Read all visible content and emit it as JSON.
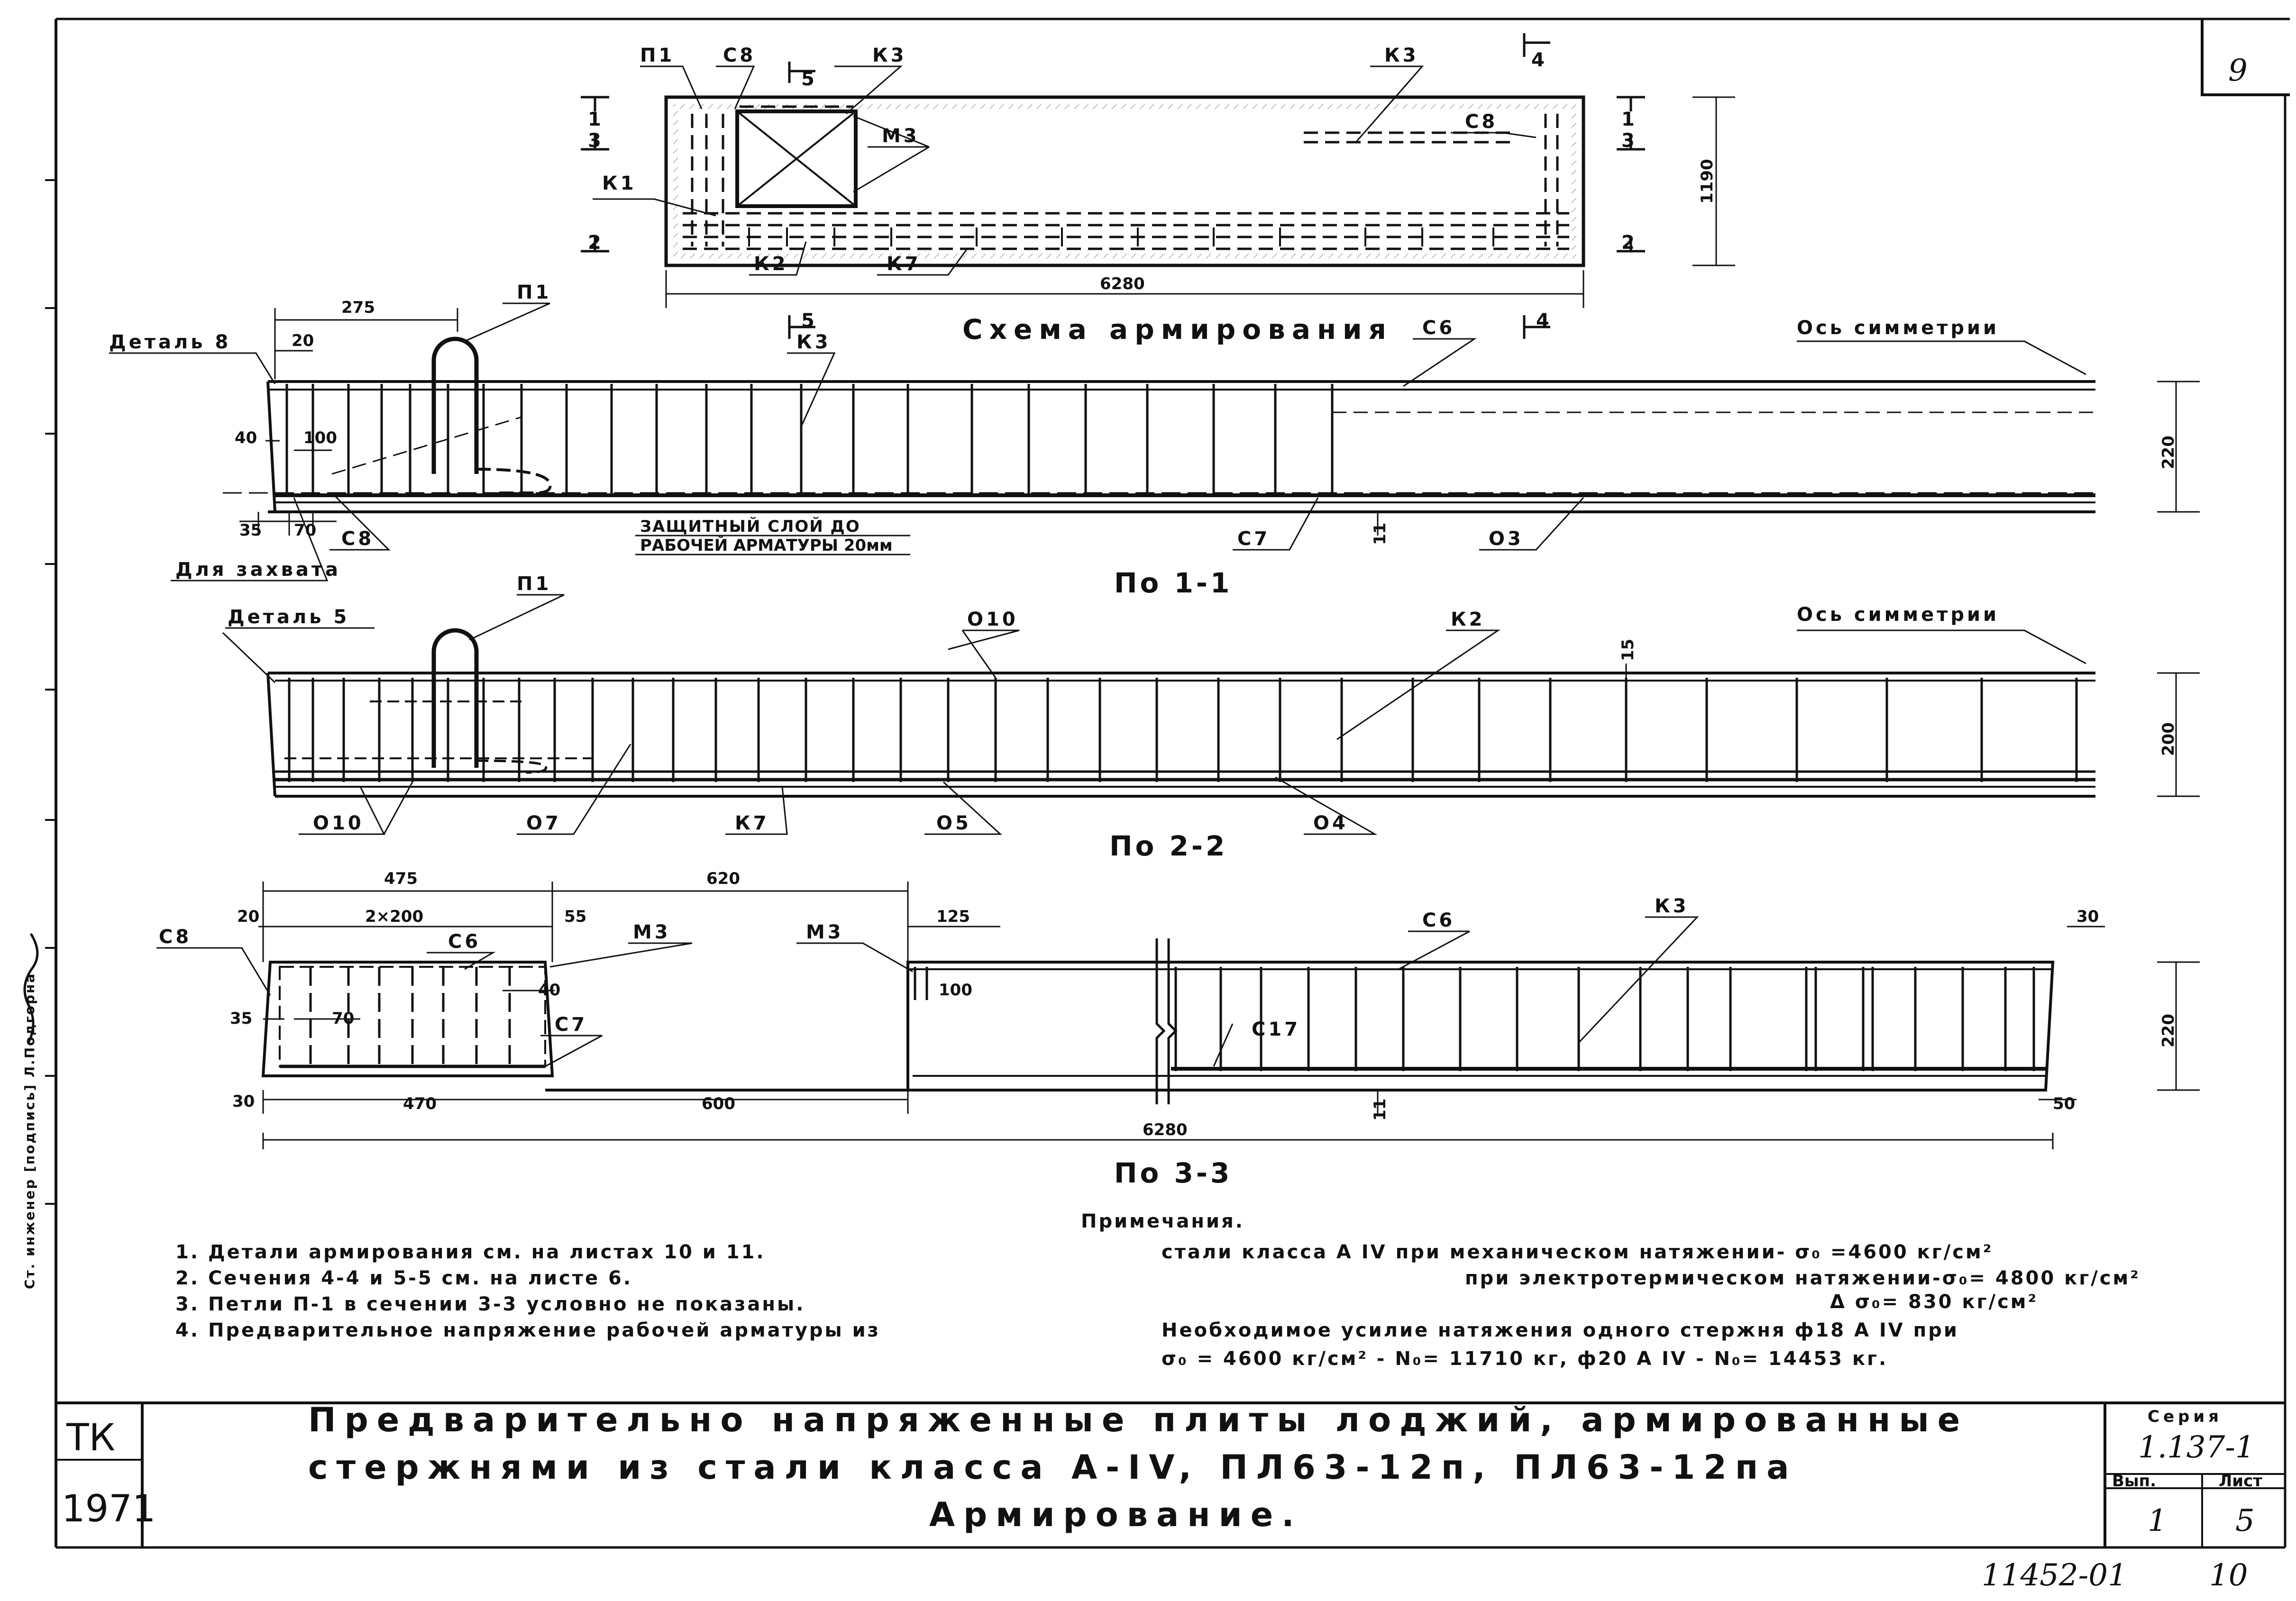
{
  "sheet_number": "9",
  "scheme": {
    "title": "Схема армирования",
    "labels": {
      "p1": "П1",
      "c8_top": "С8",
      "k3_left": "К3",
      "k3_right": "К3",
      "m3": "М3",
      "k1": "К1",
      "c8_right": "С8",
      "k2": "К2",
      "k7": "К7"
    },
    "dims": {
      "length": "6280",
      "height": "1190"
    },
    "section_marks": {
      "s1_left": "1",
      "s3_left": "3",
      "s2_left": "2",
      "s1_right": "1",
      "s3_right": "3",
      "s2_right": "2",
      "s5_top": "5",
      "s5_bottom": "5",
      "s4_top": "4",
      "s4_bottom": "4"
    }
  },
  "section_1": {
    "caption": "По 1-1",
    "labels": {
      "detail8": "Деталь 8",
      "p1": "П1",
      "k3": "К3",
      "c6": "С6",
      "axis": "Ось симметрии",
      "c8": "С8",
      "c7": "С7",
      "o3": "О3",
      "grip": "Для захвата",
      "cover_line1": "ЗАЩИТНЫЙ СЛОЙ ДО",
      "cover_line2": "РАБОЧЕЙ АРМАТУРЫ 20мм"
    },
    "dims": {
      "d275": "275",
      "d20": "20",
      "d40": "40",
      "d100": "100",
      "d35": "35",
      "d70": "70",
      "d220": "220",
      "d11": "11"
    }
  },
  "section_2": {
    "caption": "По 2-2",
    "labels": {
      "detail5": "Деталь 5",
      "p1": "П1",
      "o10_top": "О10",
      "k2": "К2",
      "axis": "Ось симметрии",
      "o10_bottom": "О10",
      "o7": "О7",
      "k7": "К7",
      "o5": "О5",
      "o4": "О4"
    },
    "dims": {
      "d15": "15",
      "d200": "200"
    }
  },
  "section_3": {
    "caption": "По 3-3",
    "labels": {
      "c8": "С8",
      "c6_left": "С6",
      "m3_left": "М3",
      "c7": "С7",
      "m3_mid": "М3",
      "c6_right": "С6",
      "k3": "К3",
      "c17": "С17"
    },
    "dims": {
      "d475": "475",
      "d620": "620",
      "d20": "20",
      "d2x200": "2×200",
      "d55": "55",
      "d40": "40",
      "d35": "35",
      "d70": "70",
      "d125": "125",
      "d100": "100",
      "d30": "30",
      "d470": "470",
      "d600": "600",
      "d6280": "6280",
      "d50": "50",
      "d30r": "30",
      "d220": "220",
      "d11": "11"
    }
  },
  "notes": {
    "title": "Примечания.",
    "left": [
      "1. Детали армирования см. на листах 10 и 11.",
      "2. Сечения 4-4 и 5-5 см. на листе 6.",
      "3. Петли П-1    в сечении  3-3    условно не показаны.",
      "4. Предварительное напряжение рабочей арматуры из"
    ],
    "right": [
      "стали класса А IV  при механическом натяжении- σ₀ =4600 кг/см²",
      "при электротермическом натяжении-σ₀= 4800 кг/см²",
      "Δ σ₀=  830 кг/см²",
      "Необходимое усилие натяжения одного стержня ф18 А IV  при",
      "σ₀ = 4600 кг/см² - N₀= 11710 кг, ф20 А IV - N₀= 14453 кг."
    ]
  },
  "title_block": {
    "org": "ТК",
    "year": "1971",
    "title_line1": "Предварительно напряженные плиты лоджий, армированные",
    "title_line2": "стержнями    из стали класса А-IV,   ПЛ63-12п,  ПЛ63-12па",
    "title_line3": "Армирование.",
    "series_label": "Серия",
    "series_value": "1.137-1",
    "issue_label": "Вып.",
    "issue_value": "1",
    "sheet_label": "Лист",
    "sheet_value": "5"
  },
  "footer": {
    "archive_number": "11452-01",
    "page_number": "10"
  },
  "margin_text": "Ст. инженер  [подпись]  Л.Подгорна"
}
